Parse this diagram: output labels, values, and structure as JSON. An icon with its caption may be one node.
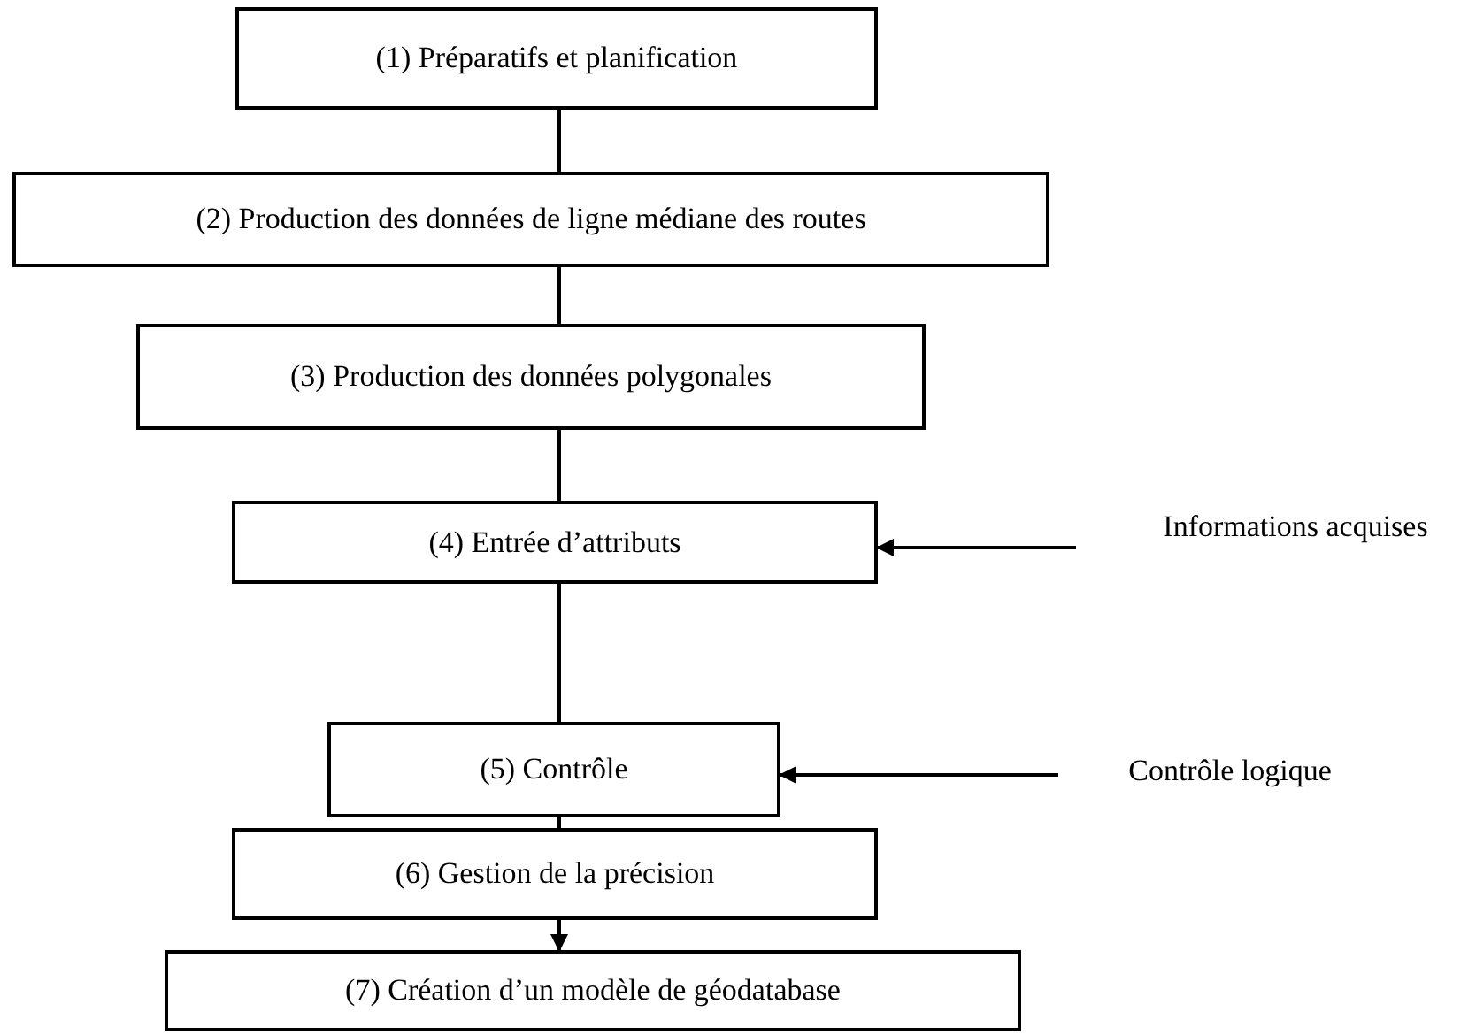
{
  "diagram": {
    "nodes": [
      {
        "text": [
          "(1) Préparatifs et planification"
        ]
      },
      {
        "text": [
          "(2) Production des données de ligne médiane des routes"
        ]
      },
      {
        "text": [
          "(3) Production des données polygonales"
        ]
      },
      {
        "text": [
          "(4) Entrée d’attributs"
        ]
      },
      {
        "text": [
          "(5) Contrôle"
        ]
      },
      {
        "text": [
          "(6) Gestion de la précision"
        ]
      },
      {
        "text": [
          "(7) Création d’un modèle de géodatabase"
        ]
      },
      {
        "text": [
          "Informations acquises"
        ]
      },
      {
        "text": [
          "Contrôle logique"
        ]
      }
    ],
    "edges": [
      {
        "from": 0,
        "to": 1,
        "arrow": "none"
      },
      {
        "from": 1,
        "to": 2,
        "arrow": "none"
      },
      {
        "from": 2,
        "to": 3,
        "arrow": "none"
      },
      {
        "from": 3,
        "to": 4,
        "arrow": "none"
      },
      {
        "from": 4,
        "to": 5,
        "arrow": "none"
      },
      {
        "from": 5,
        "to": 6,
        "arrow": "to"
      },
      {
        "from": 7,
        "to": 3,
        "arrow": "to"
      },
      {
        "from": 8,
        "to": 4,
        "arrow": "to"
      }
    ]
  }
}
